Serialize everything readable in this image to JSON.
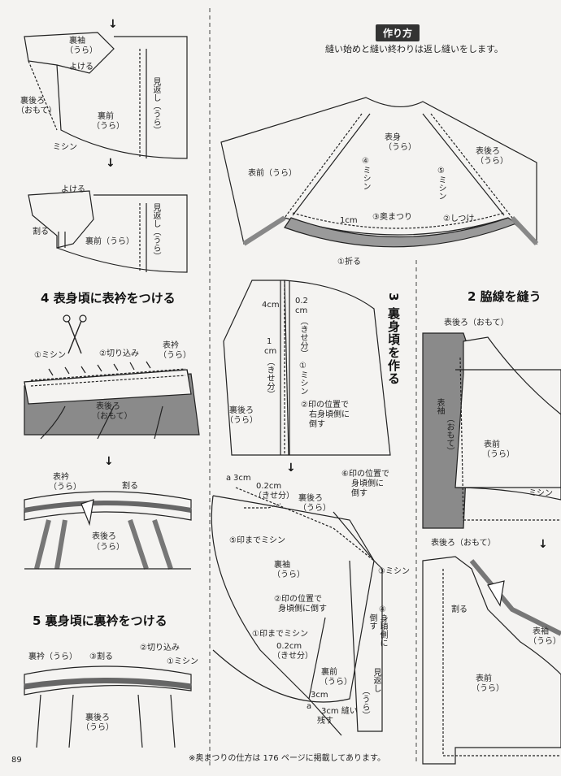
{
  "header": {
    "badge": "作り方",
    "note": "縫い始めと縫い終わりは返し縫いをします。"
  },
  "left_top": {
    "labels": [
      "裏袖",
      "（うら）",
      "よける",
      "裏後ろ",
      "（おもて）",
      "裏前",
      "（うら）",
      "ミシン"
    ],
    "facing_v": "見返し（うら）",
    "labels2": [
      "よける",
      "割る",
      "裏前（うら）"
    ],
    "facing_v2": "見返し（うら）"
  },
  "step4": {
    "title": "4 表身頃に表衿をつける",
    "labels": [
      "①ミシン",
      "②切り込み",
      "表衿",
      "（うら）",
      "表後ろ",
      "（おもて）"
    ],
    "labels2": [
      "表衿",
      "（うら）",
      "割る",
      "表後ろ",
      "（うら）"
    ]
  },
  "step5": {
    "title": "5 裏身頃に裏衿をつける",
    "labels": [
      "裏衿（うら）",
      "③割る",
      "②切り込み",
      "①ミシン",
      "裏後ろ",
      "（うら）"
    ]
  },
  "center_top": {
    "labels": [
      "表前（うら）",
      "表身",
      "（うら）",
      "表後ろ",
      "（うら）",
      "1cm",
      "③奥まつり",
      "②しつけ",
      "①折る"
    ],
    "v_labels": [
      "④ミシン",
      "⑤ミシン"
    ]
  },
  "step3": {
    "title": "3 裏身頃を作る",
    "labels": [
      "4cm",
      "0.2",
      "cm",
      "1",
      "cm",
      "（きせ分）",
      "（きせ分）",
      "裏後ろ",
      "（うら）",
      "②印の位置で",
      "右身頃側に",
      "倒す",
      "①ミシン"
    ]
  },
  "center_bottom": {
    "labels": [
      "a",
      "3cm",
      "0.2cm",
      "（きせ分）",
      "裏後ろ",
      "（うら）",
      "⑥印の位置で",
      "身頃側に",
      "倒す",
      "⑤印までミシン",
      "裏袖",
      "（うら）",
      "③ミシン",
      "②印の位置で",
      "身頃側に倒す",
      "④身頃側に",
      "倒す",
      "①印までミシン",
      "0.2cm",
      "（きせ分）",
      "裏前",
      "（うら）",
      "見返し",
      "（うら）",
      "3cm",
      "a",
      "3cm 縫い",
      "残す"
    ]
  },
  "step2": {
    "title": "2 脇線を縫う",
    "labels": [
      "表後ろ（おもて）",
      "表袖",
      "（おもて）",
      "表前",
      "（うら）",
      "ミシン",
      "表後ろ（おもて）",
      "割る",
      "表袖",
      "（うら）",
      "表前",
      "（うら）"
    ]
  },
  "footer": {
    "page_number": "89",
    "note": "※奥まつりの仕方は 176 ページに掲載してあります。"
  }
}
